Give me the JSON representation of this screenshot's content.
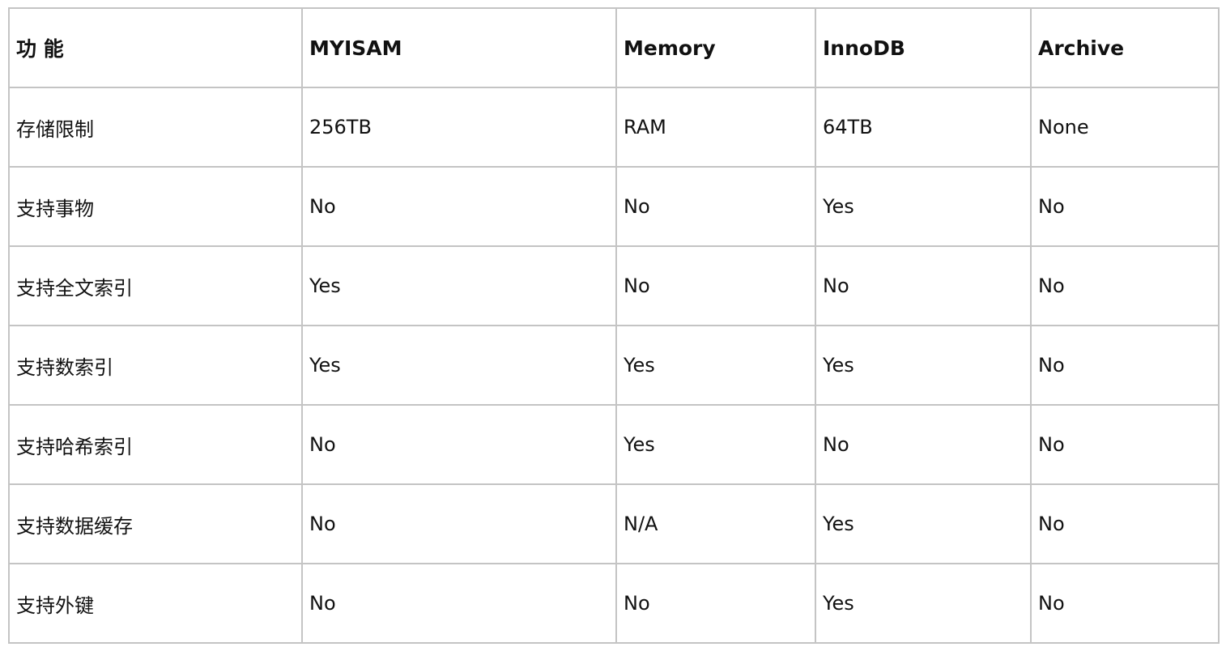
{
  "table": {
    "headers": [
      "功 能",
      "MYISAM",
      "Memory",
      "InnoDB",
      "Archive"
    ],
    "rows": [
      [
        "存储限制",
        "256TB",
        "RAM",
        "64TB",
        "None"
      ],
      [
        "支持事物",
        "No",
        "No",
        "Yes",
        "No"
      ],
      [
        "支持全文索引",
        "Yes",
        "No",
        "No",
        "No"
      ],
      [
        "支持数索引",
        "Yes",
        "Yes",
        "Yes",
        "No"
      ],
      [
        "支持哈希索引",
        "No",
        "Yes",
        "No",
        "No"
      ],
      [
        "支持数据缓存",
        "No",
        "N/A",
        "Yes",
        "No"
      ],
      [
        "支持外键",
        "No",
        "No",
        "Yes",
        "No"
      ]
    ]
  },
  "colors": {
    "border": "#c4c4c4",
    "text": "#111111",
    "background": "#ffffff"
  }
}
